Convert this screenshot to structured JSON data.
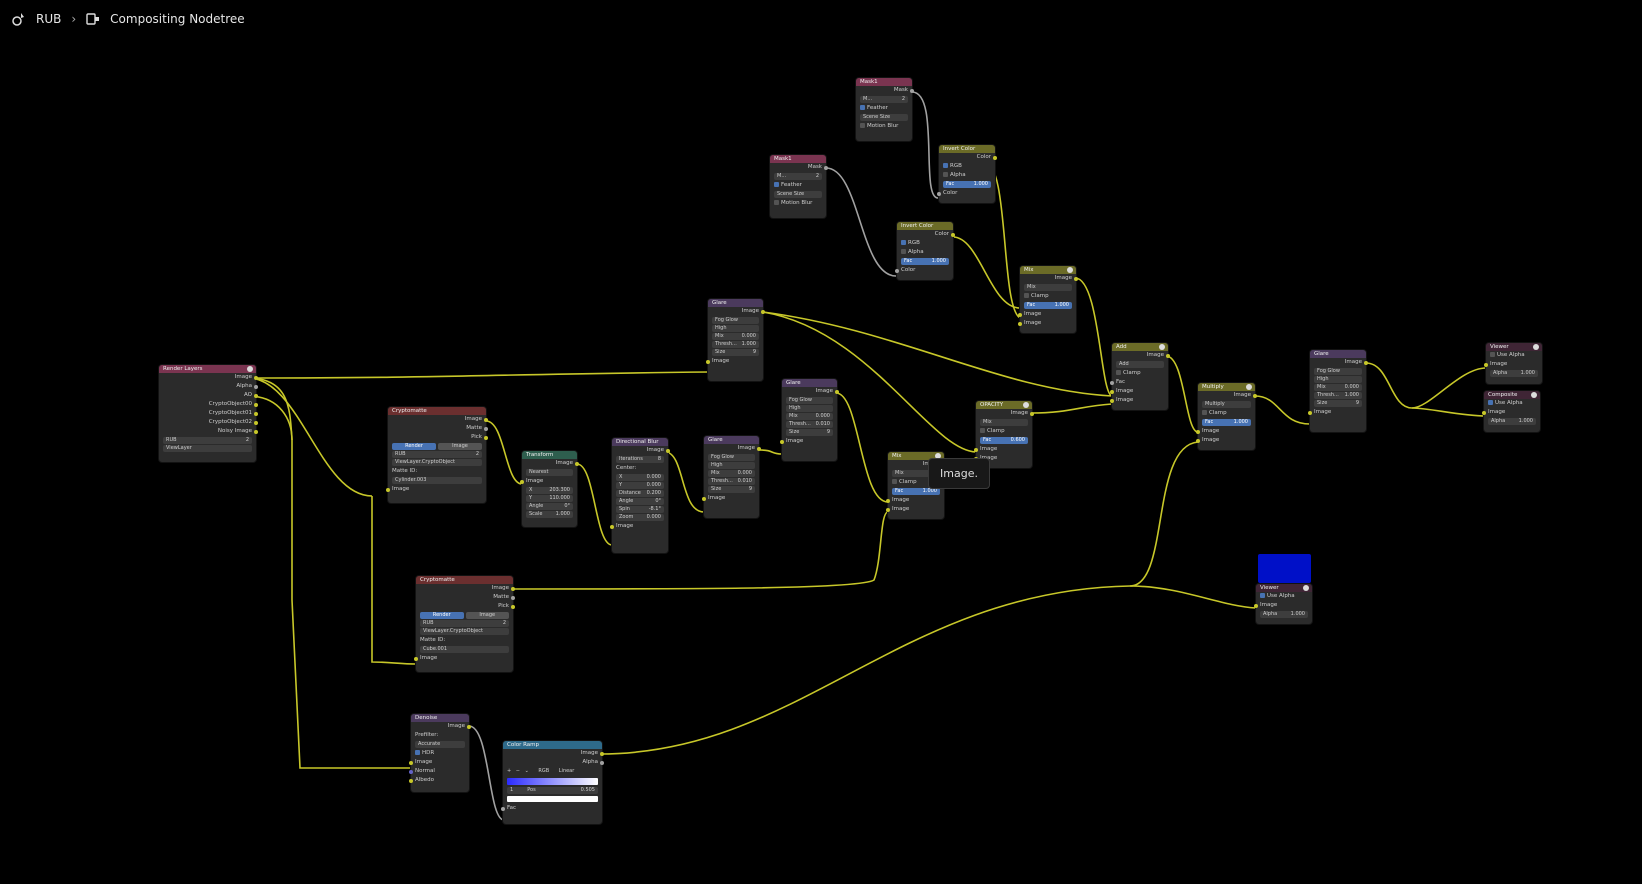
{
  "breadcrumb": {
    "scene": "RUB",
    "tree": "Compositing Nodetree"
  },
  "tooltip": "Image.",
  "colors": {
    "link": "#c7c729",
    "grey_link": "#a1a1a1",
    "render_layers": "#7a3450",
    "glare": "#4b3a5d",
    "mix": "#6b6b27",
    "mask": "#7a3450",
    "color_ramp": "#2e6a8a",
    "transform": "#2e5e4e",
    "viewer": "#3f2535",
    "preview": "#0010c8"
  },
  "nodes": {
    "render_layers": {
      "title": "Render Layers",
      "outputs": [
        "Image",
        "Alpha",
        "AO",
        "CryptoObject00",
        "CryptoObject01",
        "CryptoObject02",
        "Noisy Image"
      ],
      "scene": "RUB",
      "scene_count": "2",
      "layer": "ViewLayer"
    },
    "crypto1": {
      "title": "Cryptomatte",
      "outputs": [
        "Image",
        "Matte",
        "Pick"
      ],
      "tab_render": "Render",
      "tab_image": "Image",
      "scene": "RUB",
      "scene_count": "2",
      "layer": "ViewLayer.CryptoObject",
      "matte_label": "Matte ID:",
      "matte_value": "Cylinder.003",
      "input": "Image"
    },
    "crypto2": {
      "title": "Cryptomatte",
      "outputs": [
        "Image",
        "Matte",
        "Pick"
      ],
      "tab_render": "Render",
      "tab_image": "Image",
      "scene": "RUB",
      "scene_count": "2",
      "layer": "ViewLayer.CryptoObject",
      "matte_label": "Matte ID:",
      "matte_value": "Cube.001",
      "input": "Image"
    },
    "transform": {
      "title": "Transform",
      "output": "Image",
      "filter": "Nearest",
      "input": "Image",
      "x_label": "X",
      "x": "203.300",
      "y_label": "Y",
      "y": "110.000",
      "angle_label": "Angle",
      "angle": "0°",
      "scale_label": "Scale",
      "scale": "1.000"
    },
    "dirblur": {
      "title": "Directional Blur",
      "output": "Image",
      "iter_label": "Iterations",
      "iter": "8",
      "center": "Center:",
      "x_label": "X",
      "x": "0.000",
      "y_label": "Y",
      "y": "0.000",
      "dist_label": "Distance",
      "dist": "0.200",
      "angle_label": "Angle",
      "angle": "0°",
      "spin_label": "Spin",
      "spin": "-8.1°",
      "zoom_label": "Zoom",
      "zoom": "0.000",
      "input": "Image"
    },
    "glare_a": {
      "title": "Glare",
      "output": "Image",
      "type": "Fog Glow",
      "quality": "High",
      "mix_label": "Mix",
      "mix": "0.000",
      "thresh_label": "Thresh...",
      "thresh": "0.010",
      "size_label": "Size",
      "size": "9",
      "input": "Image"
    },
    "glare_b": {
      "title": "Glare",
      "output": "Image",
      "type": "Fog Glow",
      "quality": "High",
      "mix_label": "Mix",
      "mix": "0.000",
      "thresh_label": "Thresh...",
      "thresh": "0.010",
      "size_label": "Size",
      "size": "9",
      "input": "Image"
    },
    "glare_c": {
      "title": "Glare",
      "output": "Image",
      "type": "Fog Glow",
      "quality": "High",
      "mix_label": "Mix",
      "mix": "0.000",
      "thresh_label": "Thresh...",
      "thresh": "1.000",
      "size_label": "Size",
      "size": "9",
      "input": "Image"
    },
    "glare_d": {
      "title": "Glare",
      "output": "Image",
      "type": "Fog Glow",
      "quality": "High",
      "mix_label": "Mix",
      "mix": "0.000",
      "thresh_label": "Thresh...",
      "thresh": "1.000",
      "size_label": "Size",
      "size": "9",
      "input": "Image"
    },
    "mix_a": {
      "title": "Mix",
      "output": "Image",
      "blend": "Mix",
      "clamp": "Clamp",
      "fac_label": "Fac",
      "fac": "1.000",
      "in1": "Image",
      "in2": "Image"
    },
    "opacity": {
      "title": "OPACITY",
      "output": "Image",
      "blend": "Mix",
      "clamp": "Clamp",
      "fac_label": "Fac",
      "fac": "0.600",
      "in1": "Image",
      "in2": "Image"
    },
    "mix_top": {
      "title": "Mix",
      "output": "Image",
      "blend": "Mix",
      "clamp": "Clamp",
      "fac_label": "Fac",
      "fac": "1.000",
      "in1": "Image",
      "in2": "Image"
    },
    "add": {
      "title": "Add",
      "output": "Image",
      "blend": "Add",
      "clamp": "Clamp",
      "fac_label": "Fac",
      "in1": "Image",
      "in2": "Image"
    },
    "multiply": {
      "title": "Multiply",
      "output": "Image",
      "blend": "Multiply",
      "clamp": "Clamp",
      "fac_label": "Fac",
      "fac": "1.000",
      "in1": "Image",
      "in2": "Image"
    },
    "mask1": {
      "title": "Mask1",
      "output": "Mask",
      "mask_name": "M...",
      "mask_count": "2",
      "feather": "Feather",
      "size": "Scene Size",
      "blur": "Motion Blur"
    },
    "mask2": {
      "title": "Mask1",
      "output": "Mask",
      "mask_name": "M...",
      "mask_count": "2",
      "feather": "Feather",
      "size": "Scene Size",
      "blur": "Motion Blur"
    },
    "invert_a": {
      "title": "Invert Color",
      "output": "Color",
      "rgb": "RGB",
      "alpha": "Alpha",
      "fac_label": "Fac",
      "fac": "1.000",
      "input": "Color"
    },
    "invert_b": {
      "title": "Invert Color",
      "output": "Color",
      "rgb": "RGB",
      "alpha": "Alpha",
      "fac_label": "Fac",
      "fac": "1.000",
      "input": "Color"
    },
    "denoise": {
      "title": "Denoise",
      "output": "Image",
      "prefilter_label": "Prefilter:",
      "prefilter": "Accurate",
      "hdr": "HDR",
      "inputs": [
        "Image",
        "Normal",
        "Albedo"
      ]
    },
    "color_ramp": {
      "title": "Color Ramp",
      "outputs": [
        "Image",
        "Alpha"
      ],
      "mode": "RGB",
      "interp": "Linear",
      "index": "1",
      "pos_label": "Pos",
      "pos": "0.505",
      "input": "Fac"
    },
    "viewer_top": {
      "title": "Viewer",
      "use_alpha": "Use Alpha",
      "in_image": "Image",
      "alpha_label": "Alpha",
      "alpha": "1.000"
    },
    "composite": {
      "title": "Composite",
      "use_alpha": "Use Alpha",
      "in_image": "Image",
      "alpha_label": "Alpha",
      "alpha": "1.000"
    },
    "viewer_bottom": {
      "title": "Viewer",
      "use_alpha": "Use Alpha",
      "in_image": "Image",
      "alpha_label": "Alpha",
      "alpha": "1.000"
    }
  }
}
